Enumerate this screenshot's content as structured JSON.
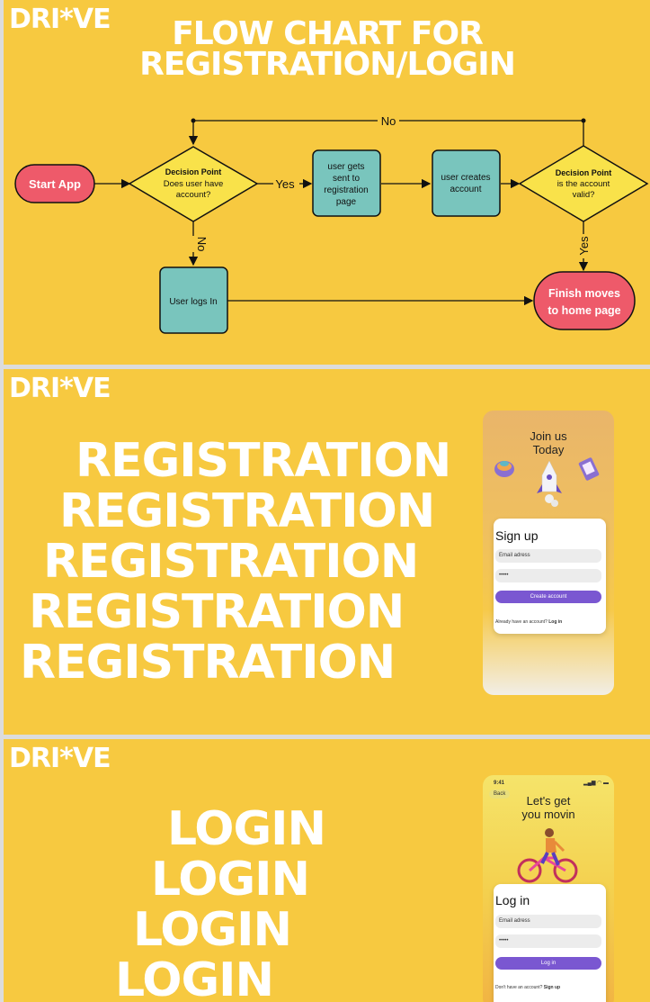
{
  "brand": "DRI*VE",
  "flowchart": {
    "title_line1": "FLOW CHART FOR",
    "title_line2": "REGISTRATION/LOGIN",
    "start": "Start App",
    "decision1_head": "Decision Point",
    "decision1_body1": "Does user have",
    "decision1_body2": "account?",
    "yes_label": "Yes",
    "no_label": "No",
    "box_sent1": "user gets",
    "box_sent2": "sent to",
    "box_sent3": "registration",
    "box_sent4": "page",
    "box_create1": "user creates",
    "box_create2": "account",
    "decision2_head": "Decision Point",
    "decision2_body1": "is the account",
    "decision2_body2": "valid?",
    "box_login": "User logs In",
    "finish1": "Finish moves",
    "finish2": "to home page",
    "colors": {
      "bg": "#f7c940",
      "terminal": "#ee5a6a",
      "process": "#79c5bd",
      "decision": "#f9e24a"
    }
  },
  "registration": {
    "word": "REGISTRATION",
    "phone_heading1": "Join us",
    "phone_heading2": "Today",
    "card_title": "Sign up",
    "email_placeholder": "Email adress",
    "password_value": "•••••",
    "button": "Create account",
    "footer_text": "Already have an account?",
    "footer_link": "Log in"
  },
  "login": {
    "word": "LOGIN",
    "status_time": "9:41",
    "back": "Back",
    "phone_heading1": "Let's get",
    "phone_heading2": "you movin",
    "card_title": "Log in",
    "email_placeholder": "Email adress",
    "password_value": "•••••",
    "button": "Log in",
    "footer_text": "Don't have an account?",
    "footer_link": "Sign up"
  }
}
